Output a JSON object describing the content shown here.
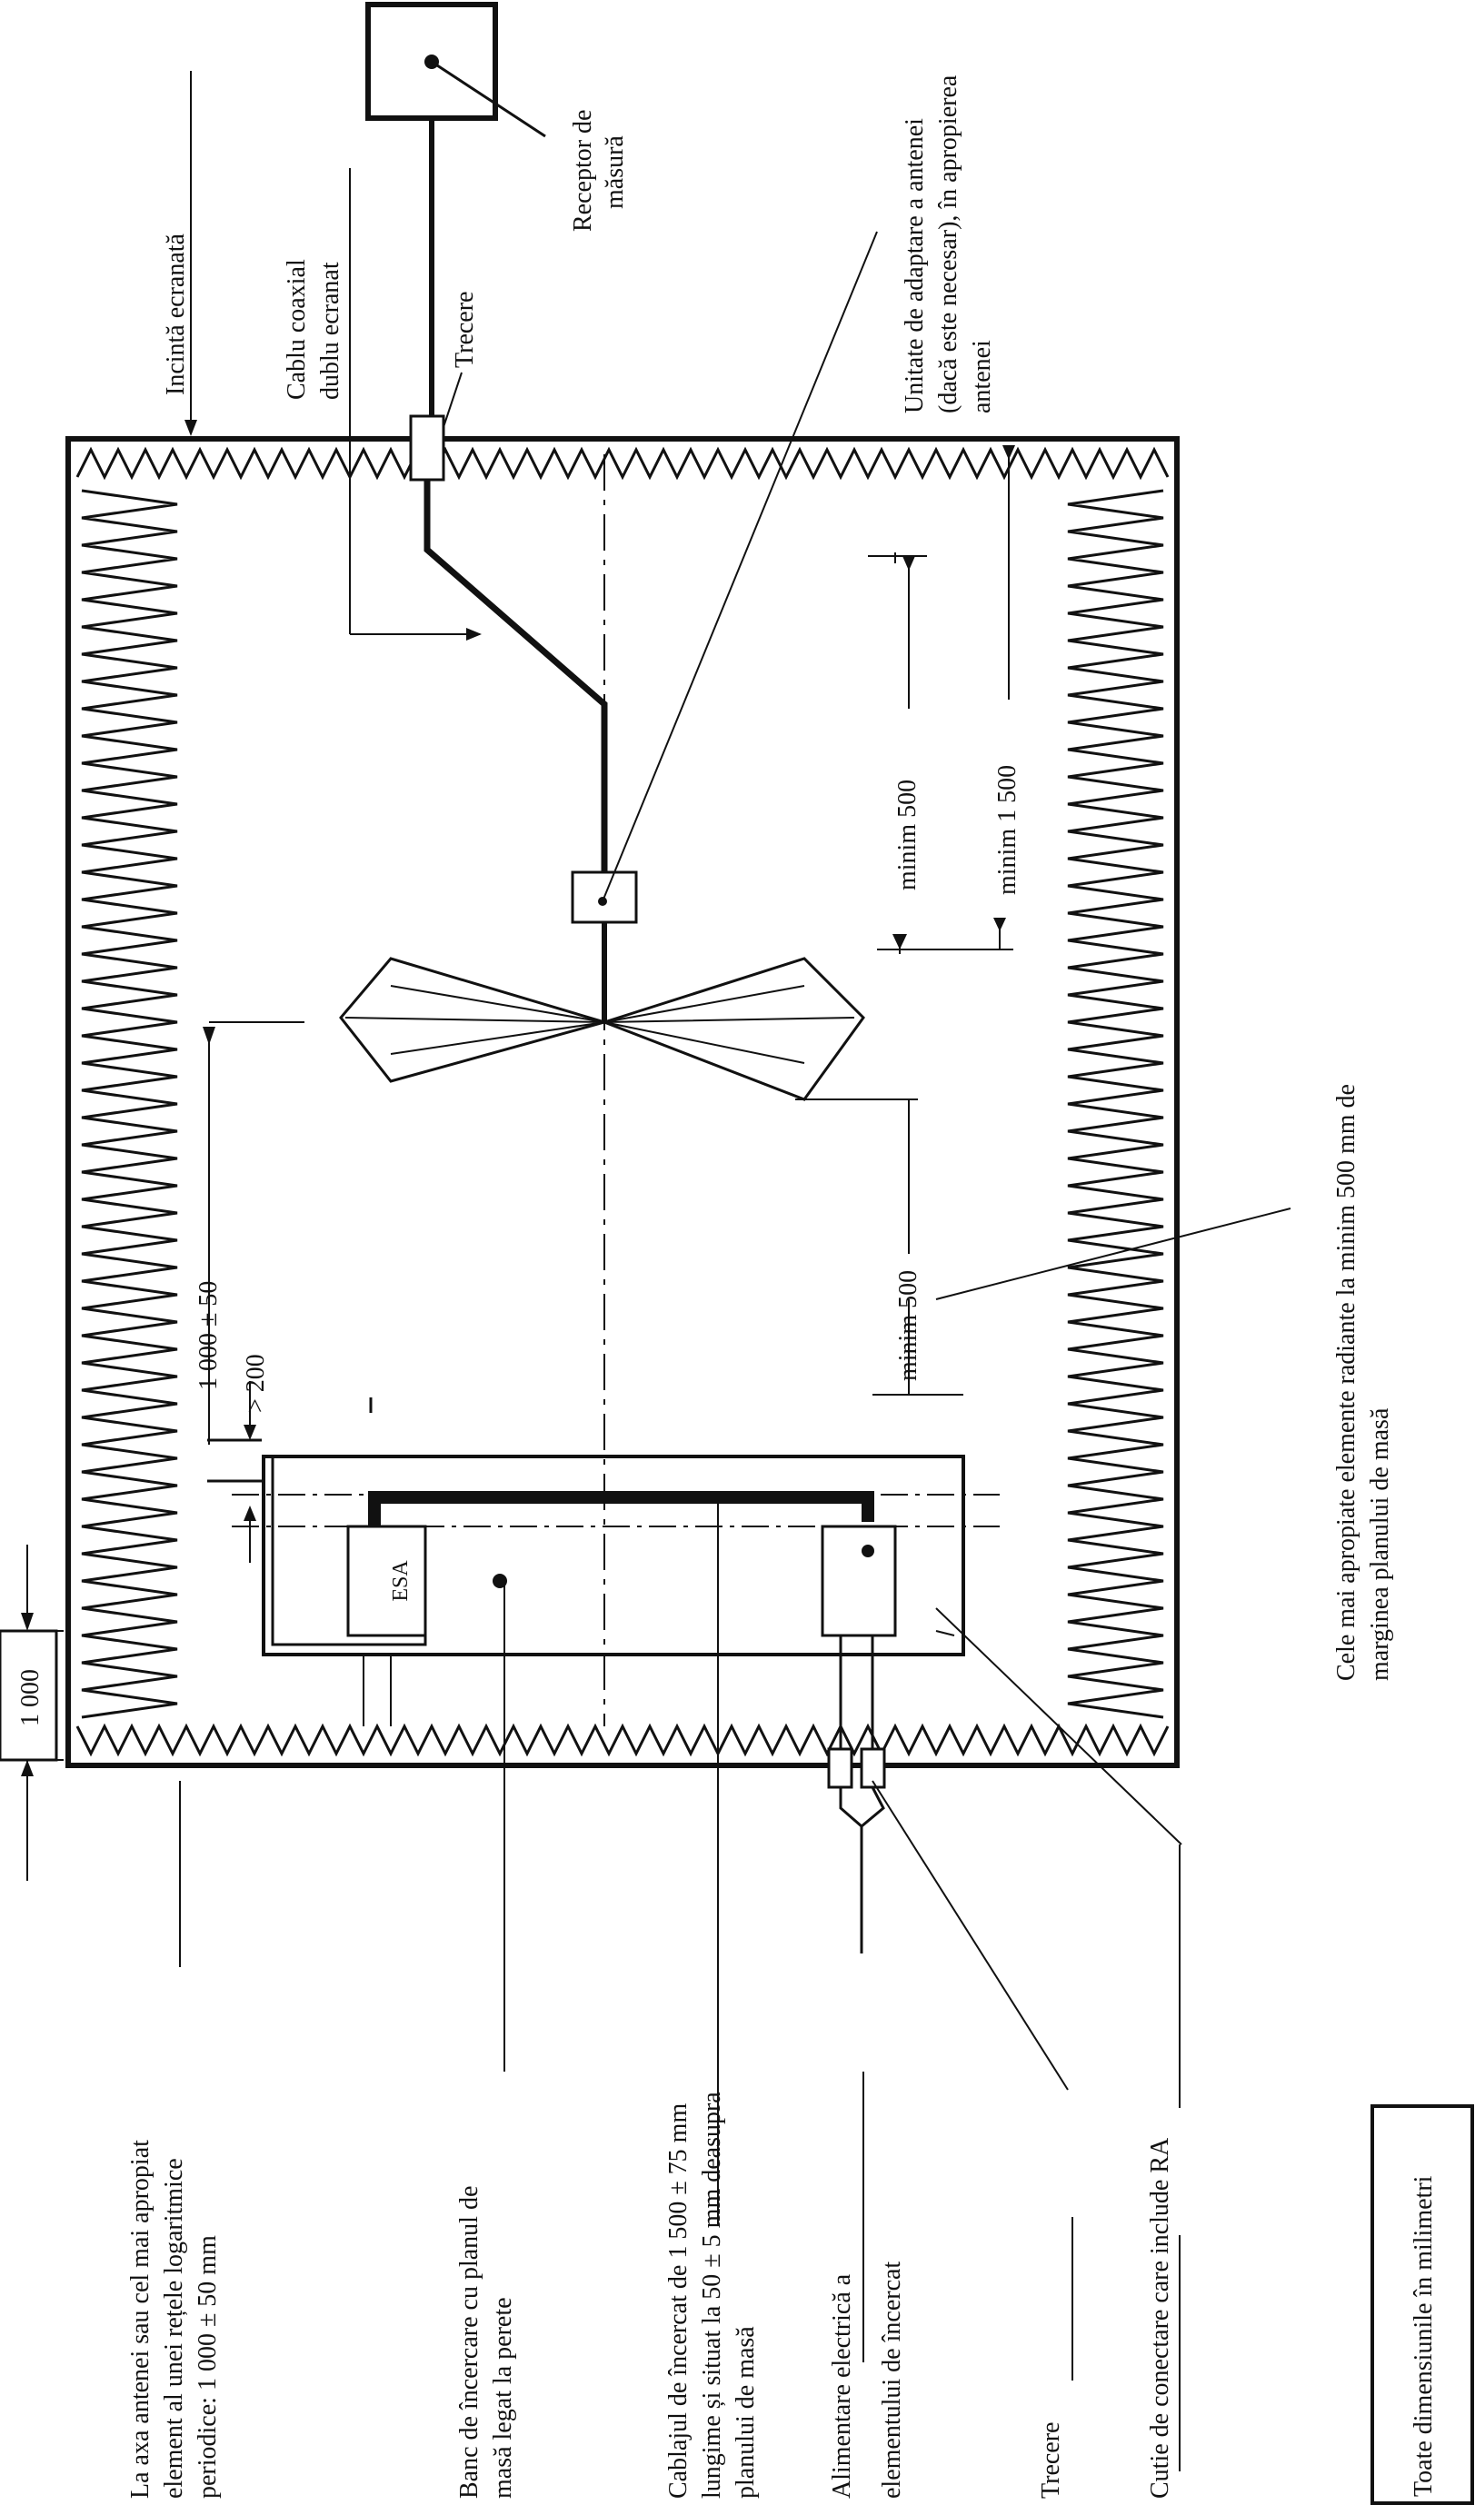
{
  "labels": {
    "enclosure": "Incintă ecranată",
    "coax_1": "Cablu coaxial",
    "coax_2": "dublu ecranat",
    "feedthrough_top": "Trecere",
    "receiver_1": "Receptor de",
    "receiver_2": "măsură",
    "adapter_1": "Unitate de adaptare a antenei",
    "adapter_2": "(dacă este necesar), în apropierea",
    "adapter_3": "antenei",
    "dim_500_top": "minim 500",
    "dim_1500": "minim 1 500",
    "dim_500_bottom": "minim 500",
    "dim_1000_pm50": "1 000 ± 50",
    "dim_gt200": "> 200",
    "dim_1000": "1 000",
    "esa": "ESA",
    "radiating_1": "Cele   mai   apropiate   elemente   radiante   la   minim   500   mm   de",
    "radiating_2": "marginea planului de masă",
    "axis_1": "La axa antenei sau cel mai apropiat",
    "axis_2": "element al unei rețele logaritmice",
    "axis_3": "periodice: 1 000 ± 50 mm",
    "bench_1": "Banc de încercare cu planul de",
    "bench_2": "masă legat la perete",
    "harness_1": "Cablajul de încercat de 1 500 ± 75 mm",
    "harness_2": "lungime și situat la 50 ± 5 mm deasupra",
    "harness_3": "planului de masă",
    "power_1": "Alimentare electrică a",
    "power_2": "elementului de încercat",
    "feedthrough_bottom": "Trecere",
    "junction": "Cutie de conectare care include RA",
    "note": "Toate dimensiunile în milimetri"
  }
}
